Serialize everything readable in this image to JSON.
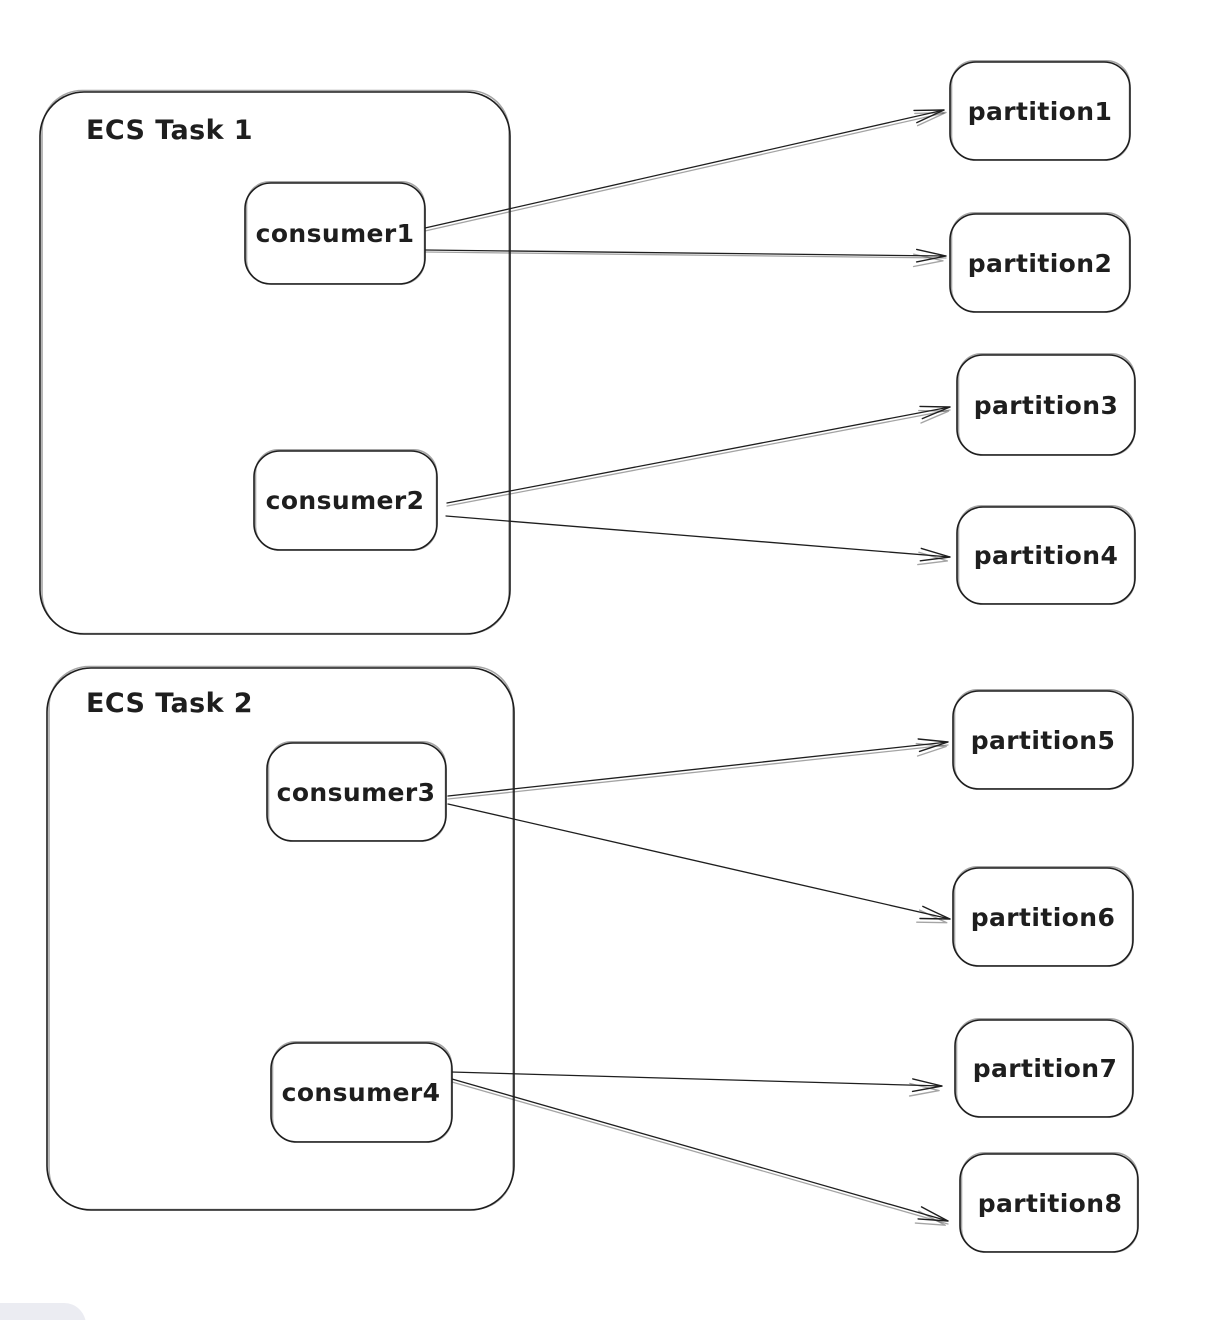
{
  "canvas": {
    "background_color": "#ffffff",
    "stroke_color": "#1e1e1e",
    "island_color": "#ebecf2"
  },
  "tasks": [
    {
      "id": "ecs-task-1",
      "label": "ECS Task 1"
    },
    {
      "id": "ecs-task-2",
      "label": "ECS Task 2"
    }
  ],
  "consumers": [
    {
      "id": "consumer1",
      "label": "consumer1",
      "task": "ECS Task 1"
    },
    {
      "id": "consumer2",
      "label": "consumer2",
      "task": "ECS Task 1"
    },
    {
      "id": "consumer3",
      "label": "consumer3",
      "task": "ECS Task 2"
    },
    {
      "id": "consumer4",
      "label": "consumer4",
      "task": "ECS Task 2"
    }
  ],
  "partitions": [
    {
      "id": "partition1",
      "label": "partition1"
    },
    {
      "id": "partition2",
      "label": "partition2"
    },
    {
      "id": "partition3",
      "label": "partition3"
    },
    {
      "id": "partition4",
      "label": "partition4"
    },
    {
      "id": "partition5",
      "label": "partition5"
    },
    {
      "id": "partition6",
      "label": "partition6"
    },
    {
      "id": "partition7",
      "label": "partition7"
    },
    {
      "id": "partition8",
      "label": "partition8"
    }
  ],
  "edges": [
    {
      "from": "consumer1",
      "to": "partition1"
    },
    {
      "from": "consumer1",
      "to": "partition2"
    },
    {
      "from": "consumer2",
      "to": "partition3"
    },
    {
      "from": "consumer2",
      "to": "partition4"
    },
    {
      "from": "consumer3",
      "to": "partition5"
    },
    {
      "from": "consumer3",
      "to": "partition6"
    },
    {
      "from": "consumer4",
      "to": "partition7"
    },
    {
      "from": "consumer4",
      "to": "partition8"
    }
  ]
}
